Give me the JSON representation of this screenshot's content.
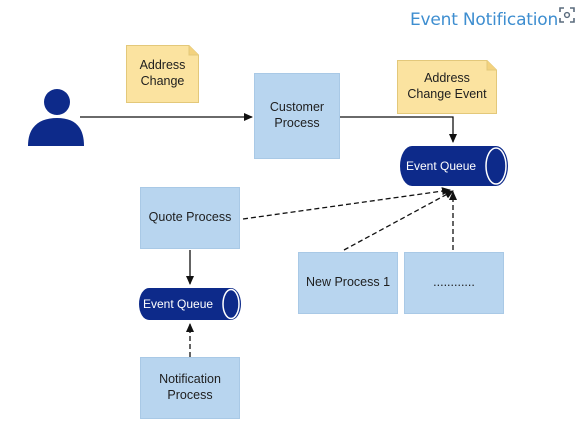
{
  "header": {
    "title": "Event Notification",
    "expand_icon": "expand-icon"
  },
  "actor": {
    "icon": "person-icon",
    "color": "#0d2a8a"
  },
  "notes": {
    "address_change": "Address\nChange",
    "address_change_event": "Address\nChange Event"
  },
  "processes": {
    "customer": "Customer\nProcess",
    "quote": "Quote Process",
    "new_process_1": "New Process 1",
    "placeholder": "............",
    "notification": "Notification\nProcess"
  },
  "queues": {
    "main": "Event Queue",
    "secondary": "Event Queue"
  },
  "colors": {
    "process_fill": "#b8d5ef",
    "note_fill": "#fbe3a0",
    "queue_fill": "#0d2a8a",
    "title_color": "#3e8ed0"
  }
}
